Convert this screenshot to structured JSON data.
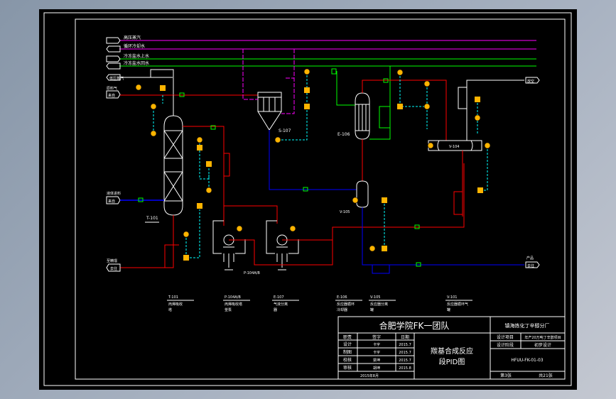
{
  "streams": {
    "in_top_1": "高压蒸汽",
    "in_top_2": "循环冷却水",
    "in_top_3": "冷冻盐水上水",
    "in_top_4": "冷冻盐水回水",
    "steam_in": "低压蒸汽",
    "feed_gas_caption": "原料气",
    "feed_gas_tag": "来自",
    "liquid_feed_caption": "液体进料",
    "liquid_feed_tag": "来自",
    "bottom_out_caption": "至精馏",
    "bottom_out_tag": "去往",
    "vent_tag": "放空",
    "product_caption": "产品",
    "product_tag": "去往"
  },
  "equipment_tags": {
    "column": "T-101",
    "filter": "S-107",
    "exchanger": "E-106",
    "drum_horizontal": "V-104",
    "drum_vertical": "V-105",
    "pumps": "P-104A/B"
  },
  "equipment_list": [
    {
      "tag": "T-101",
      "name_line1": "丙烯吸收",
      "name_line2": "塔"
    },
    {
      "tag": "P-104A/B",
      "name_line1": "丙烯吸收塔",
      "name_line2": "釜泵"
    },
    {
      "tag": "E-107",
      "name_line1": "气液分离",
      "name_line2": "器"
    },
    {
      "tag": "E-106",
      "name_line1": "反应器循环",
      "name_line2": "冷却器"
    },
    {
      "tag": "V-105",
      "name_line1": "反应器分离",
      "name_line2": "罐"
    },
    {
      "tag": "V-101",
      "name_line1": "反应器循环气",
      "name_line2": "罐"
    }
  ],
  "title_block": {
    "team": "合肥学院FK一团队",
    "plant": "镇海炼化丁辛醇分厂",
    "headers": [
      "职责",
      "签字",
      "日期"
    ],
    "rows": [
      {
        "role": "设计",
        "sign": "卡宇",
        "date": "2015.7"
      },
      {
        "role": "制图",
        "sign": "卡宇",
        "date": "2015.7"
      },
      {
        "role": "校核",
        "sign": "梁坤",
        "date": "2015.7"
      },
      {
        "role": "审核",
        "sign": "胡坤",
        "date": "2015.8"
      }
    ],
    "date_footer": "2015年8月",
    "drawing_title_1": "羰基合成反应",
    "drawing_title_2": "段PID图",
    "project_label": "设计项目",
    "project_value": "年产20万吨丁辛醇项目",
    "stage_label": "设计阶段",
    "stage_value": "初步设计",
    "drawing_number": "HFUU-FK-01-03",
    "sheet": "第3张",
    "total": "共21张"
  },
  "colors": {
    "background": "#000000",
    "process_red": "#ff0000",
    "steam_magenta": "#ff00ff",
    "water_green": "#00ff00",
    "liquid_blue": "#0000ff",
    "signal_cyan": "#00ffff",
    "instrument_orange": "#ffb400",
    "outline_white": "#ffffff"
  }
}
